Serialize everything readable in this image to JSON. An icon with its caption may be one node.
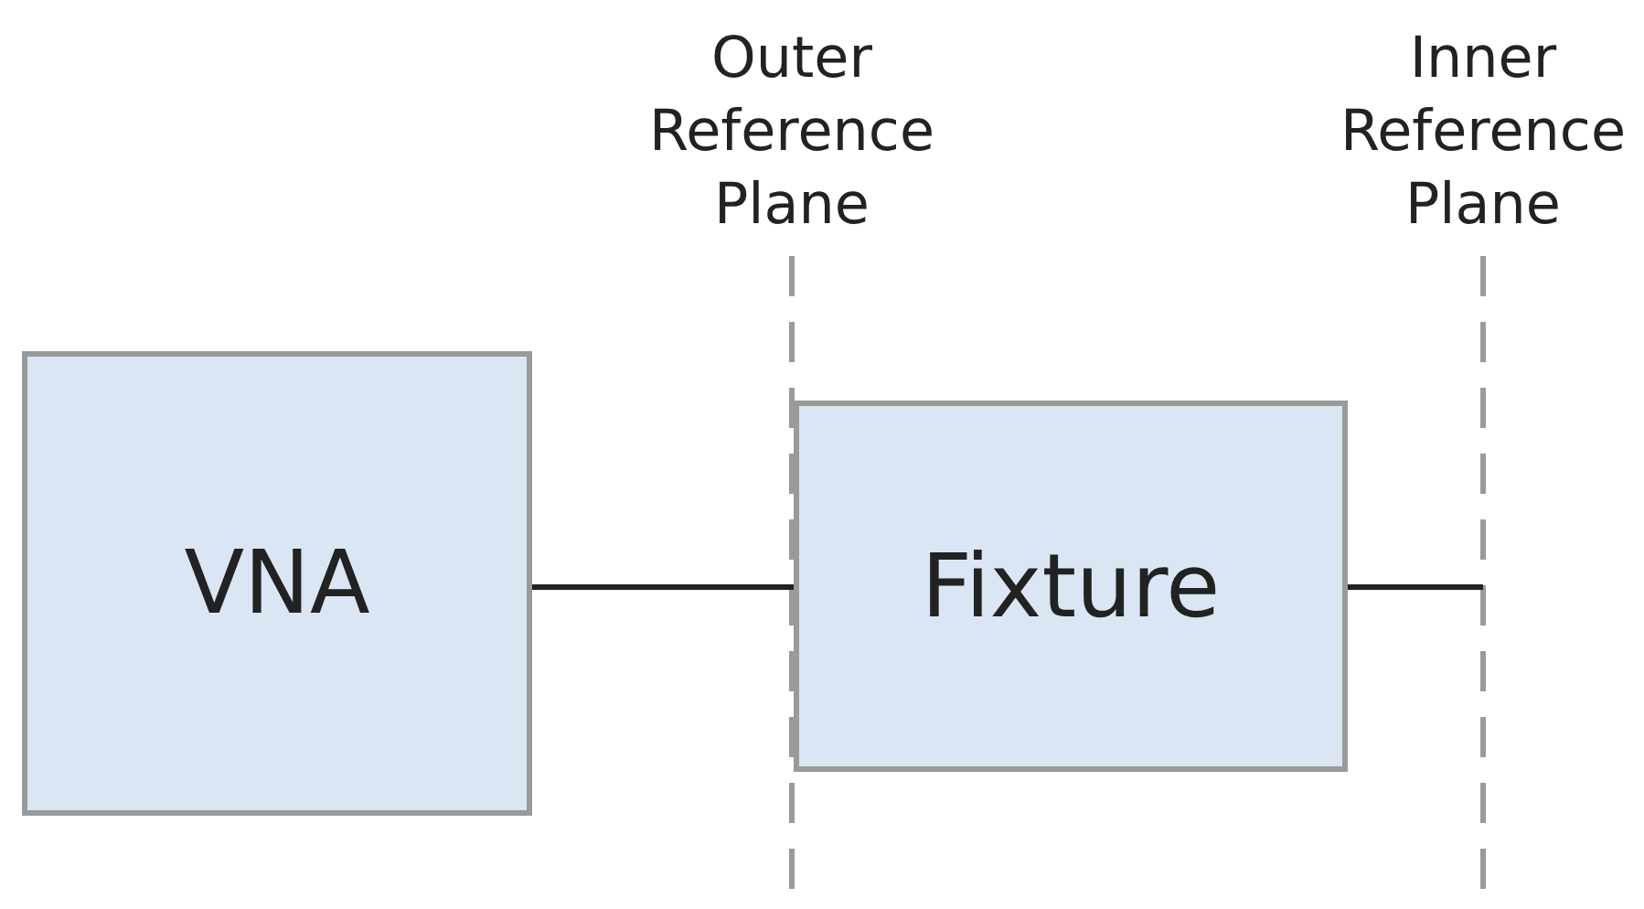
{
  "diagram": {
    "nodes": [
      {
        "text": [
          "VNA"
        ]
      },
      {
        "text": [
          "Fixture"
        ]
      }
    ],
    "edges": [
      {
        "from": 0,
        "to": 1,
        "arrow": "none"
      },
      {
        "from": 1,
        "to": null,
        "arrow": "none"
      }
    ],
    "labels": [
      "Outer Reference Plane",
      "Inner Reference Plane"
    ]
  }
}
